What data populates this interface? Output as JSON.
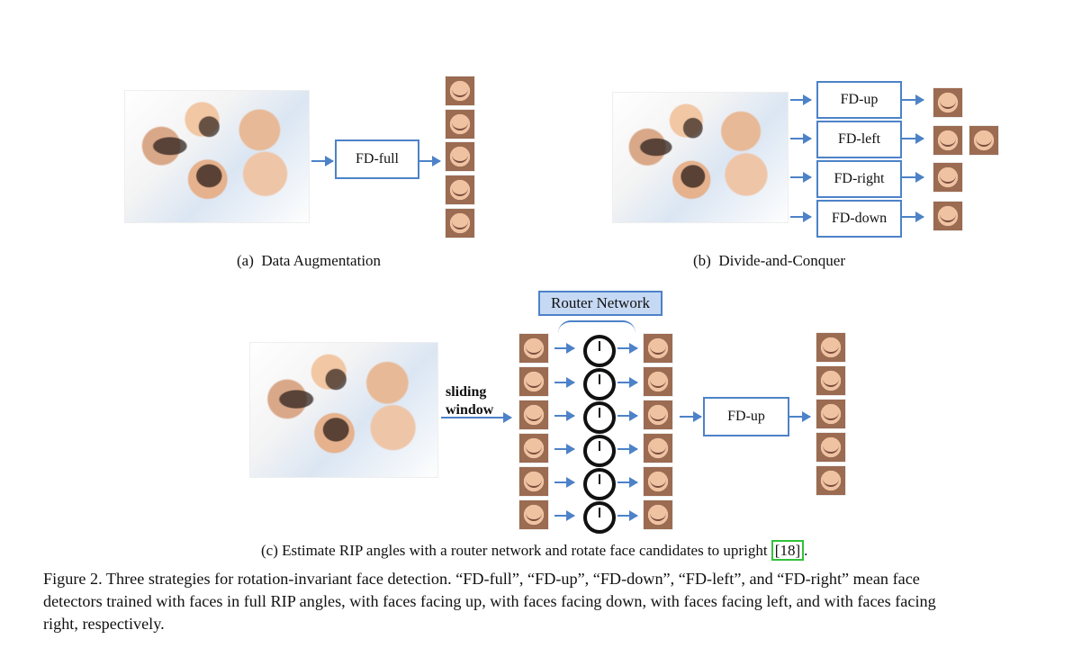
{
  "panel_a": {
    "box_label": "FD-full",
    "caption_tag": "(a)",
    "caption_text": "Data Augmentation"
  },
  "panel_b": {
    "box_labels": [
      "FD-up",
      "FD-left",
      "FD-right",
      "FD-down"
    ],
    "caption_tag": "(b)",
    "caption_text": "Divide-and-Conquer"
  },
  "panel_c": {
    "router_label": "Router Network",
    "sliding_label_1": "sliding",
    "sliding_label_2": "window",
    "box_label": "FD-up",
    "caption_tag": "(c)",
    "caption_text": "Estimate RIP angles with a router network and rotate face candidates to upright",
    "citation": "[18]",
    "caption_end": "."
  },
  "figure_caption": {
    "line1": "Figure 2. Three strategies for rotation-invariant face detection. “FD-full”, “FD-up”, “FD-down”, “FD-left”, and “FD-right” mean face",
    "line2": "detectors trained with faces in full RIP angles, with faces facing up, with faces facing down, with faces facing left, and with faces facing",
    "line3": "right, respectively."
  }
}
